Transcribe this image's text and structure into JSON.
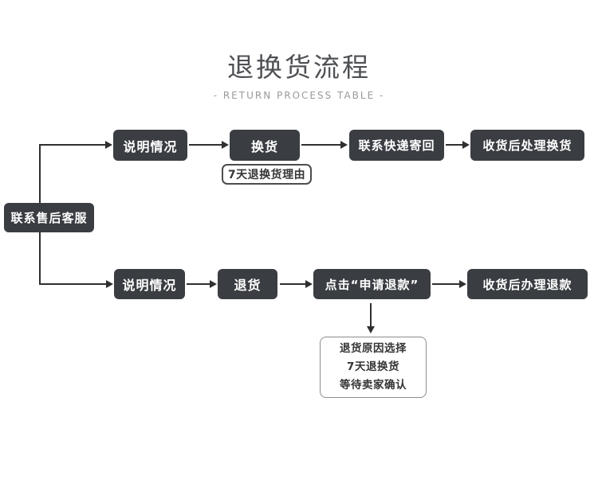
{
  "header": {
    "title": "退换货流程",
    "subtitle": "- RETURN PROCESS TABLE -"
  },
  "flow": {
    "start": {
      "label": "联系售后客服"
    },
    "exchange_branch": {
      "steps": [
        {
          "label": "说明情况"
        },
        {
          "label": "换货"
        },
        {
          "label": "联系快递寄回"
        },
        {
          "label": "收货后处理换货"
        }
      ],
      "note": {
        "label": "7天退换货理由"
      }
    },
    "refund_branch": {
      "steps": [
        {
          "label": "说明情况"
        },
        {
          "label": "退货"
        },
        {
          "label": "点击“申请退款”"
        },
        {
          "label": "收货后办理退款"
        }
      ],
      "note": {
        "lines": [
          "退货原因选择",
          "7天退换货",
          "等待卖家确认"
        ]
      }
    }
  },
  "colors": {
    "page_bg": "#ffffff",
    "node_bg": "#3a3d42",
    "node_text": "#ffffff",
    "connector": "#2f2f2f",
    "title_text": "#4e5054",
    "subtitle_text": "#9a9a9a",
    "note_border": "#4c4c4c",
    "note_text": "#353535",
    "detail_border": "#8c8c8c"
  }
}
